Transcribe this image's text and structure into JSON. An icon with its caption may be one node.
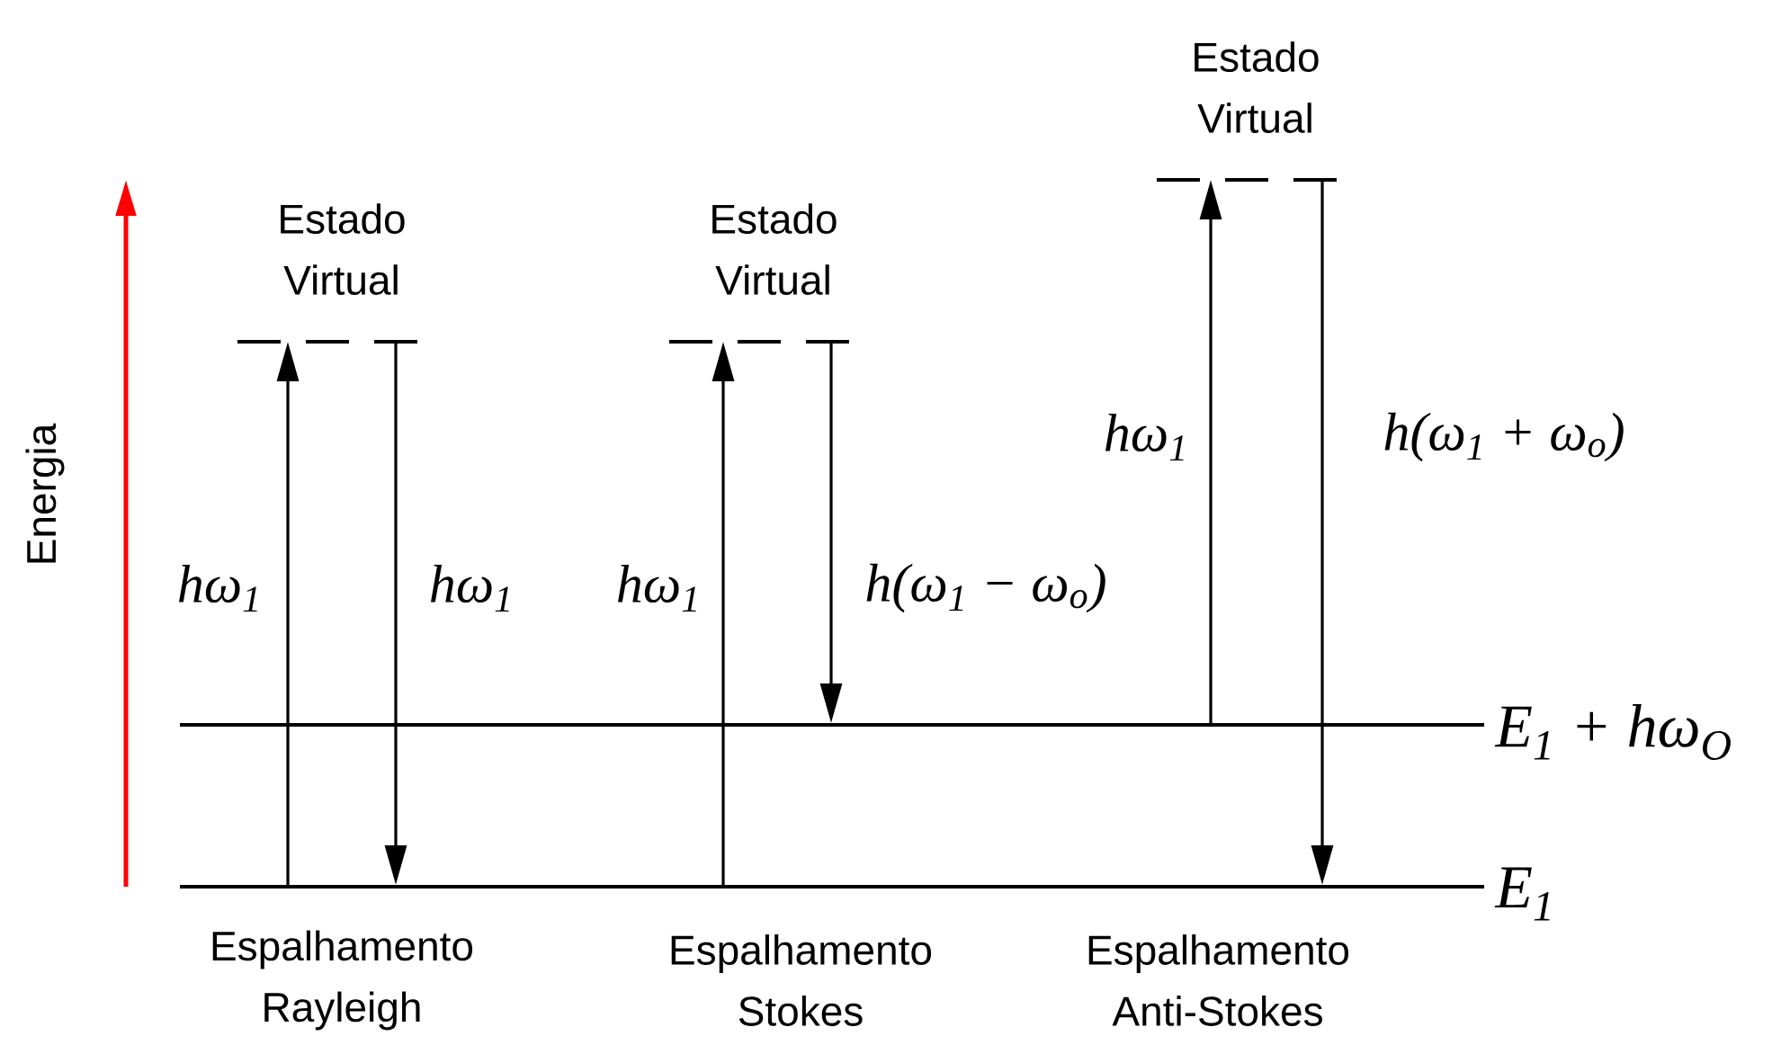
{
  "diagram": {
    "nodes": [
      {
        "text": [],
        "shape": "bar",
        "beside": [
          "E$_{1}$"
        ]
      },
      {
        "text": [],
        "shape": "bar",
        "beside": [
          "E$_{1}$ + hω$_{O}$"
        ]
      },
      {
        "text": [
          "Estado Virtual"
        ]
      },
      {
        "text": [
          "Estado Virtual"
        ]
      },
      {
        "text": [
          "Estado Virtual"
        ]
      }
    ],
    "edges": [
      {
        "from": 0,
        "to": 2,
        "arrow": "to",
        "label": "hω$_{1}$"
      },
      {
        "from": 2,
        "to": 0,
        "arrow": "to",
        "label": "hω$_{1}$"
      },
      {
        "from": 0,
        "to": 3,
        "arrow": "to",
        "label": "hω$_{1}$"
      },
      {
        "from": 3,
        "to": 1,
        "arrow": "to",
        "label": "h(ω$_{1}$ − ω$_{o}$)"
      },
      {
        "from": 1,
        "to": 4,
        "arrow": "to",
        "label": "hω$_{1}$"
      },
      {
        "from": 4,
        "to": 0,
        "arrow": "to",
        "label": "h(ω$_{1}$ + ω$_{o}$)"
      }
    ],
    "labels": [
      "Energia",
      "Espalhamento Rayleigh",
      "Espalhamento Stokes",
      "Espalhamento Anti-Stokes"
    ]
  }
}
